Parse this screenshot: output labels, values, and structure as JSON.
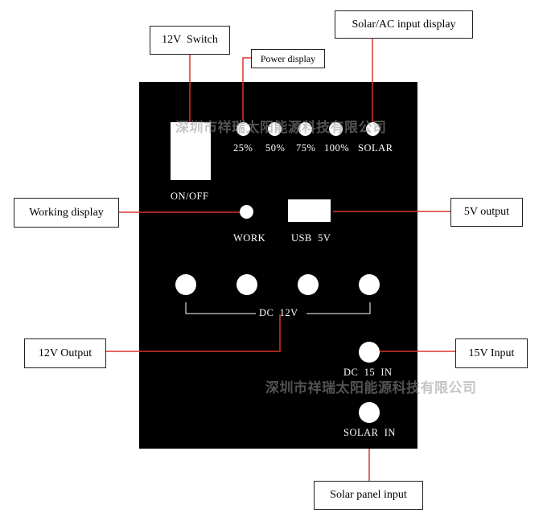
{
  "callouts": {
    "switch_12v": "12V  Switch",
    "solar_ac_display": "Solar/AC input display",
    "power_display": "Power display",
    "working_display": "Working display",
    "output_5v": "5V output",
    "output_12v": "12V Output",
    "input_15v": "15V Input",
    "solar_panel_input": "Solar panel input"
  },
  "panel": {
    "led_labels": [
      "25%",
      "50%",
      "75%",
      "100%",
      "SOLAR"
    ],
    "switch_label": "ON/OFF",
    "work_label": "WORK",
    "usb_label": "USB  5V",
    "dc12_label": "DC  12V",
    "dc15_label": "DC  15  IN",
    "solar_in_label": "SOLAR  IN"
  },
  "watermarks": [
    "深圳市祥瑞太阳能源科技有限公司",
    "深圳市祥瑞太阳能源科技有限公司"
  ],
  "colors": {
    "leader_line": "#d9342b",
    "panel": "#000000"
  }
}
